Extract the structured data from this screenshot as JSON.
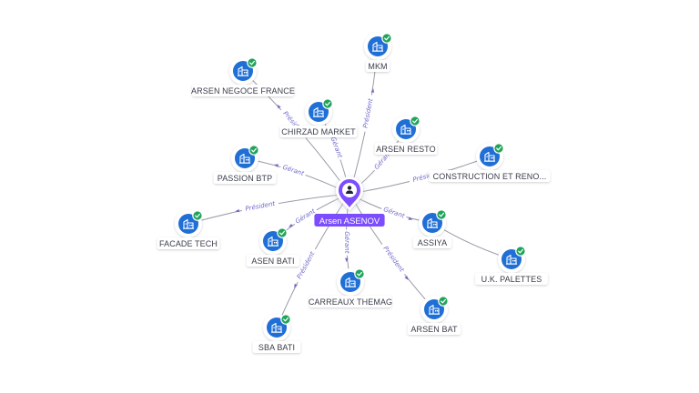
{
  "diagram": {
    "type": "relationship-graph",
    "center": {
      "label": "Arsen ASENOV",
      "icon": "person-icon",
      "color": "#7c4dff"
    },
    "company_icon": "building-icon",
    "status_icon": "verified-check-icon",
    "colors": {
      "company_blue": "#1f6fd6",
      "check_green": "#21a35a",
      "edge": "#9a9ca6",
      "edge_label": "#6f69c9",
      "center_purple": "#7c4dff"
    },
    "nodes": [
      {
        "id": "mkm",
        "label": "MKM",
        "relation": "Président"
      },
      {
        "id": "arsen-negoce-france",
        "label": "ARSEN NEGOCE FRANCE",
        "relation": "Président"
      },
      {
        "id": "chirzad-market",
        "label": "CHIRZAD MARKET",
        "relation": "Gérant"
      },
      {
        "id": "arsen-resto",
        "label": "ARSEN RESTO",
        "relation": "Gérant"
      },
      {
        "id": "passion-btp",
        "label": "PASSION BTP",
        "relation": "Gérant"
      },
      {
        "id": "construction-et-reno",
        "label": "CONSTRUCTION ET RENO...",
        "relation": "Président"
      },
      {
        "id": "facade-tech",
        "label": "FACADE TECH",
        "relation": "Président"
      },
      {
        "id": "asen-bati",
        "label": "ASEN BATI",
        "relation": "Gérant"
      },
      {
        "id": "assiya",
        "label": "ASSIYA",
        "relation": "Gérant"
      },
      {
        "id": "uk-palettes",
        "label": "U.K. PALETTES",
        "relation": ""
      },
      {
        "id": "carreaux-themag",
        "label": "CARREAUX THEMAG",
        "relation": "Gérant"
      },
      {
        "id": "arsen-bat",
        "label": "ARSEN BAT",
        "relation": "Président"
      },
      {
        "id": "sba-bati",
        "label": "SBA BATI",
        "relation": "Président"
      }
    ]
  }
}
